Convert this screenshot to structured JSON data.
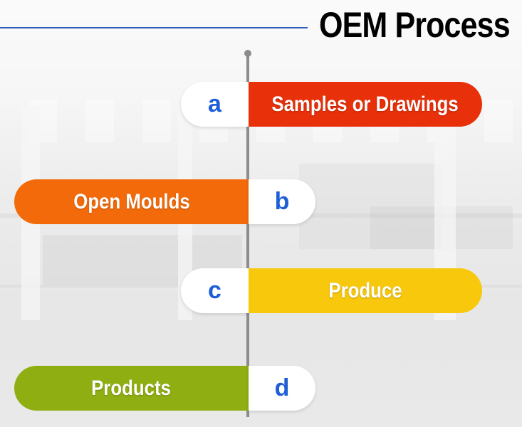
{
  "title": "OEM Process",
  "colors": {
    "title_line": "#2e5db8",
    "axis": "#8c8c8c",
    "letter_text": "#1e5ed6"
  },
  "steps": [
    {
      "letter": "a",
      "label": "Samples or Drawings",
      "side": "right",
      "color": "#e8300a"
    },
    {
      "letter": "b",
      "label": "Open Moulds",
      "side": "left",
      "color": "#f26a0a"
    },
    {
      "letter": "c",
      "label": "Produce",
      "side": "right",
      "color": "#f7c80c"
    },
    {
      "letter": "d",
      "label": "Products",
      "side": "left",
      "color": "#8fae12"
    }
  ]
}
